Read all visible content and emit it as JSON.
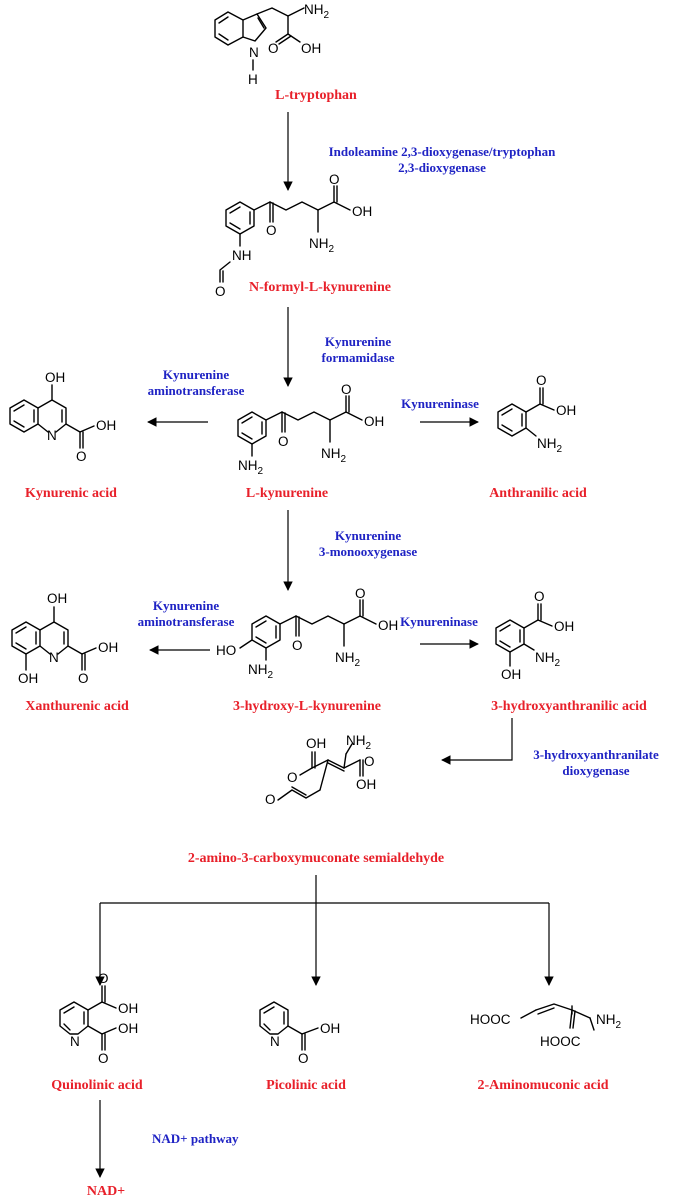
{
  "compounds": {
    "trp": "L-tryptophan",
    "nfk": "N-formyl-L-kynurenine",
    "kyn": "L-kynurenine",
    "kyna": "Kynurenic acid",
    "anth": "Anthranilic acid",
    "hk": "3-hydroxy-L-kynurenine",
    "xa": "Xanthurenic acid",
    "haa": "3-hydroxyanthranilic acid",
    "acms": "2-amino-3-carboxymuconate semialdehyde",
    "quin": "Quinolinic acid",
    "pic": "Picolinic acid",
    "amino": "2-Aminomuconic acid",
    "nad": "NAD+"
  },
  "enzymes": {
    "ido_line1": "Indoleamine 2,3-dioxygenase/tryptophan",
    "ido_line2": "2,3-dioxygenase",
    "kf_line1": "Kynurenine",
    "kf_line2": "formamidase",
    "kat1_line1": "Kynurenine",
    "kat1_line2": "aminotransferase",
    "kynu1": "Kynureninase",
    "kmo_line1": "Kynurenine",
    "kmo_line2": "3-monooxygenase",
    "kat2_line1": "Kynurenine",
    "kat2_line2": "aminotransferase",
    "kynu2": "Kynureninase",
    "haao_line1": "3-hydroxyanthranilate",
    "haao_line2": "dioxygenase",
    "nad_pathway": "NAD+ pathway"
  },
  "atoms": {
    "nh2": "NH",
    "h2": "2",
    "oh": "OH",
    "o": "O",
    "n": "N",
    "h": "H",
    "nh": "NH",
    "ho": "HO",
    "hooc": "HOOC"
  },
  "colors": {
    "compound": "#e8202a",
    "enzyme": "#1f23c4",
    "structure": "#000000"
  }
}
